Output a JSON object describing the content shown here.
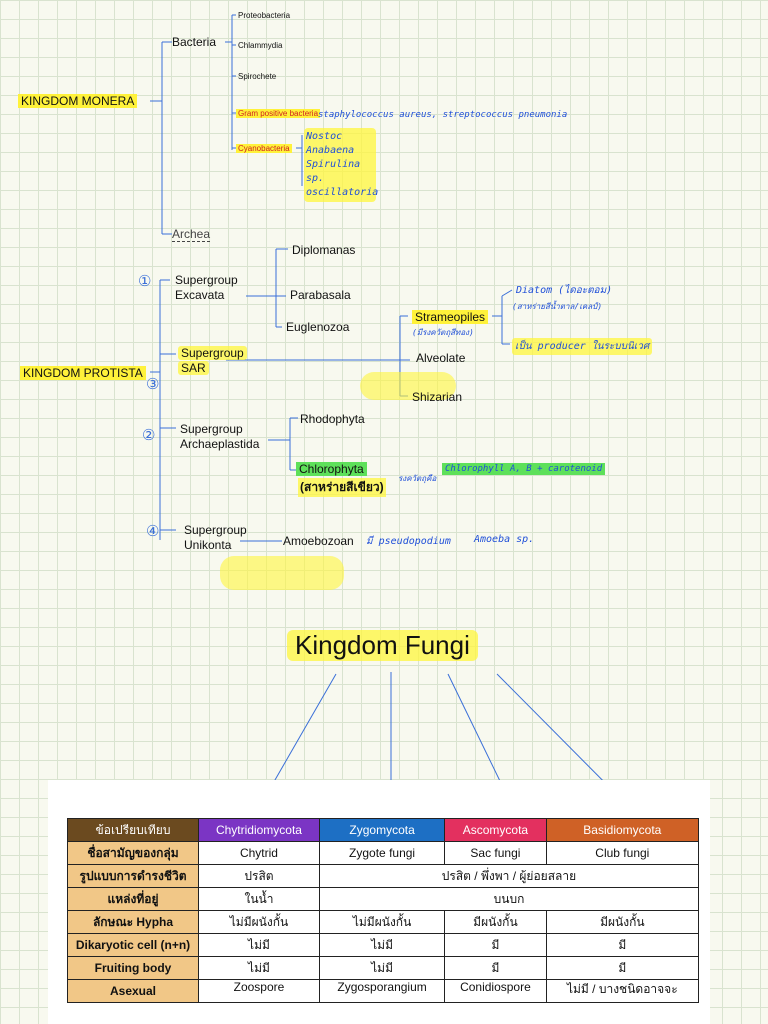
{
  "monera": {
    "kingdom": "KINGDOM MONERA",
    "bacteria": "Bacteria",
    "types": [
      "Proteobacteria",
      "Chlammydia",
      "Spirochete",
      "Gram positive bacteria",
      "Cyanobacteria"
    ],
    "gram_note": "staphylococcus aureus, streptococcus pneumonia",
    "cyano_examples": [
      "Nostoc",
      "Anabaena",
      "Spirulina sp.",
      "oscillatoria"
    ],
    "archea": "Archea"
  },
  "protista": {
    "kingdom": "KINGDOM PROTISTA",
    "excavata": {
      "number": "①",
      "label_line1": "Supergroup",
      "label_line2": "Excavata",
      "members": [
        "Diplomanas",
        "Parabasala",
        "Euglenozoa"
      ]
    },
    "sar": {
      "number": "③",
      "label_line1": "Supergroup",
      "label_line2": "SAR",
      "strameopiles": "Strameopiles",
      "strameopiles_note": "(มีรงควัตถุสีทอง)",
      "diatom_note_1": "Diatom (ไดอะตอม)",
      "diatom_note_2": "(สาหร่ายสีน้ำตาล/เคลป์)",
      "producer_note": "เป็น producer ในระบบนิเวศ",
      "alveolate": "Alveolate",
      "shizarian": "Shizarian"
    },
    "archaeplastida": {
      "number": "②",
      "label_line1": "Supergroup",
      "label_line2": "Archaeplastida",
      "rhodophyta": "Rhodophyta",
      "chlorophyta": "Chlorophyta",
      "chlorophyta_th": "(สาหร่ายสีเขียว)",
      "pigment_prefix": "รงควัตถุคือ",
      "pigment_note": "Chlorophyll A, B + carotenoid"
    },
    "unikonta": {
      "number": "④",
      "label_line1": "Supergroup",
      "label_line2": "Unikonta",
      "member": "Amoebozoan",
      "note": "มี pseudopodium",
      "example": "Amoeba sp."
    }
  },
  "fungi": {
    "title": "Kingdom Fungi",
    "headers": [
      "ข้อเปรียบเทียบ",
      "Chytridiomycota",
      "Zygomycota",
      "Ascomycota",
      "Basidiomycota"
    ],
    "header_colors": [
      "#6b4a1f",
      "#7b35c4",
      "#1d6fc4",
      "#e3305f",
      "#cf6126"
    ],
    "rows": [
      {
        "label": "ชื่อสามัญของกลุ่ม",
        "cells": [
          "Chytrid",
          "Zygote fungi",
          "Sac fungi",
          "Club fungi"
        ]
      },
      {
        "label": "รูปแบบการดำรงชีวิต",
        "first": "ปรสิต",
        "merged": "ปรสิต / พึ่งพา / ผู้ย่อยสลาย"
      },
      {
        "label": "แหล่งที่อยู่",
        "first": "ในน้ำ",
        "merged": "บนบก"
      },
      {
        "label": "ลักษณะ Hypha",
        "cells": [
          "ไม่มีผนังกั้น",
          "ไม่มีผนังกั้น",
          "มีผนังกั้น",
          "มีผนังกั้น"
        ]
      },
      {
        "label": "Dikaryotic cell (n+n)",
        "cells": [
          "ไม่มี",
          "ไม่มี",
          "มี",
          "มี"
        ]
      },
      {
        "label": "Fruiting body",
        "cells": [
          "ไม่มี",
          "ไม่มี",
          "มี",
          "มี"
        ]
      },
      {
        "label": "Asexual",
        "cells": [
          "Zoospore",
          "Zygosporangium",
          "Conidiospore",
          "ไม่มี / บางชนิดอาจจะ"
        ]
      }
    ]
  }
}
